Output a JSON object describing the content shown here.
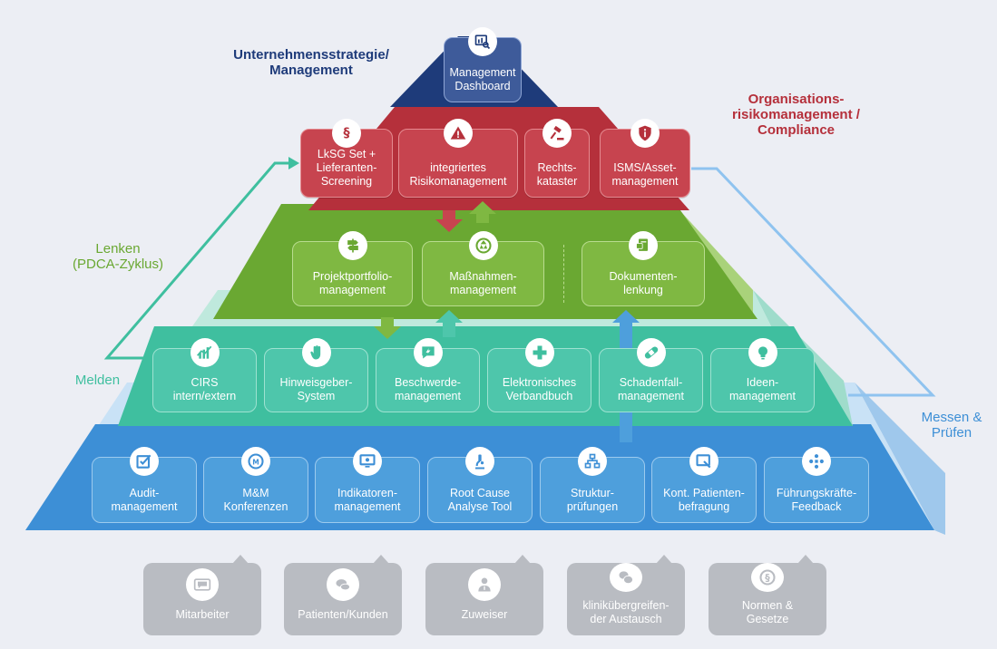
{
  "labels": {
    "strategy": "Unternehmensstrategie/\nManagement",
    "risk": "Organisations-\nrisikomanagement /\nCompliance",
    "lenken": "Lenken\n(PDCA-Zyklus)",
    "melden": "Melden",
    "messen": "Messen &\nPrüfen"
  },
  "colors": {
    "navy": "#1e3b7a",
    "red": "#b5303b",
    "green": "#6aa832",
    "teal": "#3fbf9f",
    "blue": "#3d8fd6",
    "gray": "#b9bcc2"
  },
  "top": {
    "label": "Management\nDashboard",
    "icon": "dashboard-icon"
  },
  "red_row": [
    {
      "label": "LkSG Set +\nLieferanten-\nScreening",
      "icon": "paragraph-icon"
    },
    {
      "label": "integriertes\nRisikomanagement",
      "icon": "warning-icon"
    },
    {
      "label": "Rechts-\nkataster",
      "icon": "gavel-icon"
    },
    {
      "label": "ISMS/Asset-\nmanagement",
      "icon": "shield-icon"
    }
  ],
  "green_row": [
    {
      "label": "Projektportfolio-\nmanagement",
      "icon": "signpost-icon"
    },
    {
      "label": "Maßnahmen-\nmanagement",
      "icon": "cycle-icon"
    },
    {
      "label": "Dokumenten-\nlenkung",
      "icon": "document-icon"
    }
  ],
  "teal_row": [
    {
      "label": "CIRS\nintern/extern",
      "icon": "chart-icon"
    },
    {
      "label": "Hinweisgeber-\nSystem",
      "icon": "hand-icon"
    },
    {
      "label": "Beschwerde-\nmanagement",
      "icon": "speech-bubble-icon"
    },
    {
      "label": "Elektronisches\nVerbandbuch",
      "icon": "medical-cross-icon"
    },
    {
      "label": "Schadenfall-\nmanagement",
      "icon": "bandage-icon"
    },
    {
      "label": "Ideen-\nmanagement",
      "icon": "lightbulb-icon"
    }
  ],
  "blue_row": [
    {
      "label": "Audit-\nmanagement",
      "icon": "checkbox-icon"
    },
    {
      "label": "M&M\nKonferenzen",
      "icon": "mm-icon"
    },
    {
      "label": "Indikatoren-\nmanagement",
      "icon": "monitor-icon"
    },
    {
      "label": "Root Cause\nAnalyse Tool",
      "icon": "microscope-icon"
    },
    {
      "label": "Struktur-\nprüfungen",
      "icon": "hierarchy-icon"
    },
    {
      "label": "Kont. Patienten-\nbefragung",
      "icon": "tablet-icon"
    },
    {
      "label": "Führungskräfte-\nFeedback",
      "icon": "people-icon"
    }
  ],
  "sources": [
    {
      "label": "Mitarbeiter",
      "icon": "employee-chat-icon"
    },
    {
      "label": "Patienten/Kunden",
      "icon": "chat-bubbles-icon"
    },
    {
      "label": "Zuweiser",
      "icon": "doctor-icon"
    },
    {
      "label": "klinikübergreifen-\nder Austausch",
      "icon": "exchange-icon"
    },
    {
      "label": "Normen &\nGesetze",
      "icon": "law-icon"
    }
  ]
}
